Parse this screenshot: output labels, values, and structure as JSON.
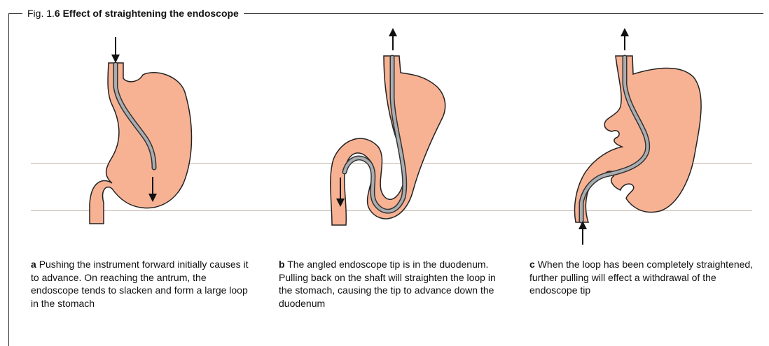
{
  "figure": {
    "label_prefix": "Fig. 1.",
    "label_number": "6",
    "title": "Effect of straightening the endoscope"
  },
  "panels": [
    {
      "letter": "a",
      "caption": "Pushing the instrument forward initially causes it to advance. On reaching the antrum, the endoscope tends to slacken and form a large loop in the stomach"
    },
    {
      "letter": "b",
      "caption": "The angled endoscope tip is in the duodenum. Pulling back on the shaft will straighten the loop in the stomach, causing the tip to advance down the duodenum"
    },
    {
      "letter": "c",
      "caption": "When the loop has been completely straightened, further pulling will effect a withdrawal of the endoscope tip"
    }
  ],
  "colors": {
    "stomach_fill": "#f7b294",
    "stomach_outline": "#222222",
    "endoscope": "#a9adb0",
    "reference_lines": "#c9bcb2"
  }
}
